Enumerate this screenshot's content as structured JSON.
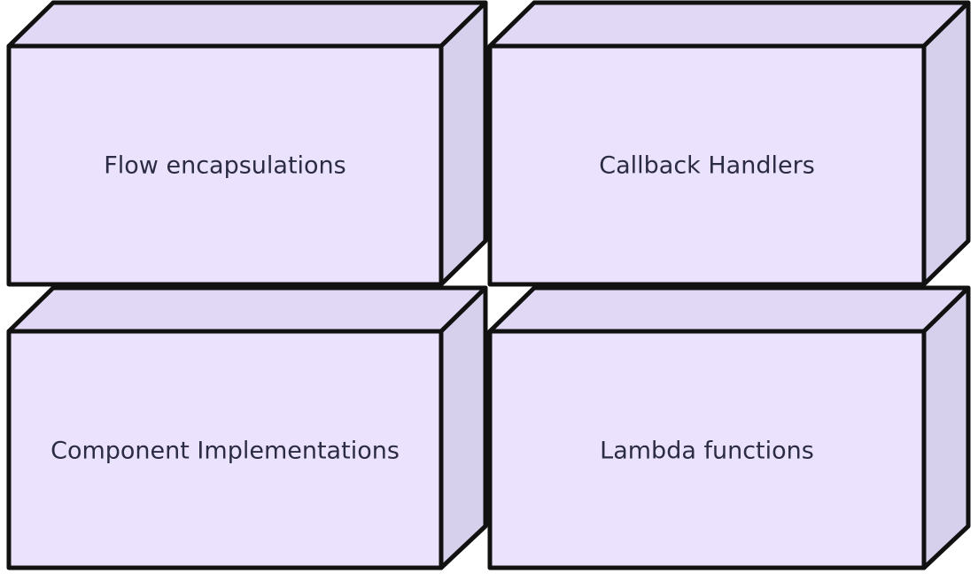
{
  "colors": {
    "front": "#ebe3fd",
    "top": "#e0d8f4",
    "side": "#d6d0ec",
    "stroke": "#111111",
    "text": "#2b2b45"
  },
  "boxes": [
    {
      "label": "Flow encapsulations"
    },
    {
      "label": "Callback Handlers"
    },
    {
      "label": "Component Implementations"
    },
    {
      "label": "Lambda functions"
    }
  ]
}
